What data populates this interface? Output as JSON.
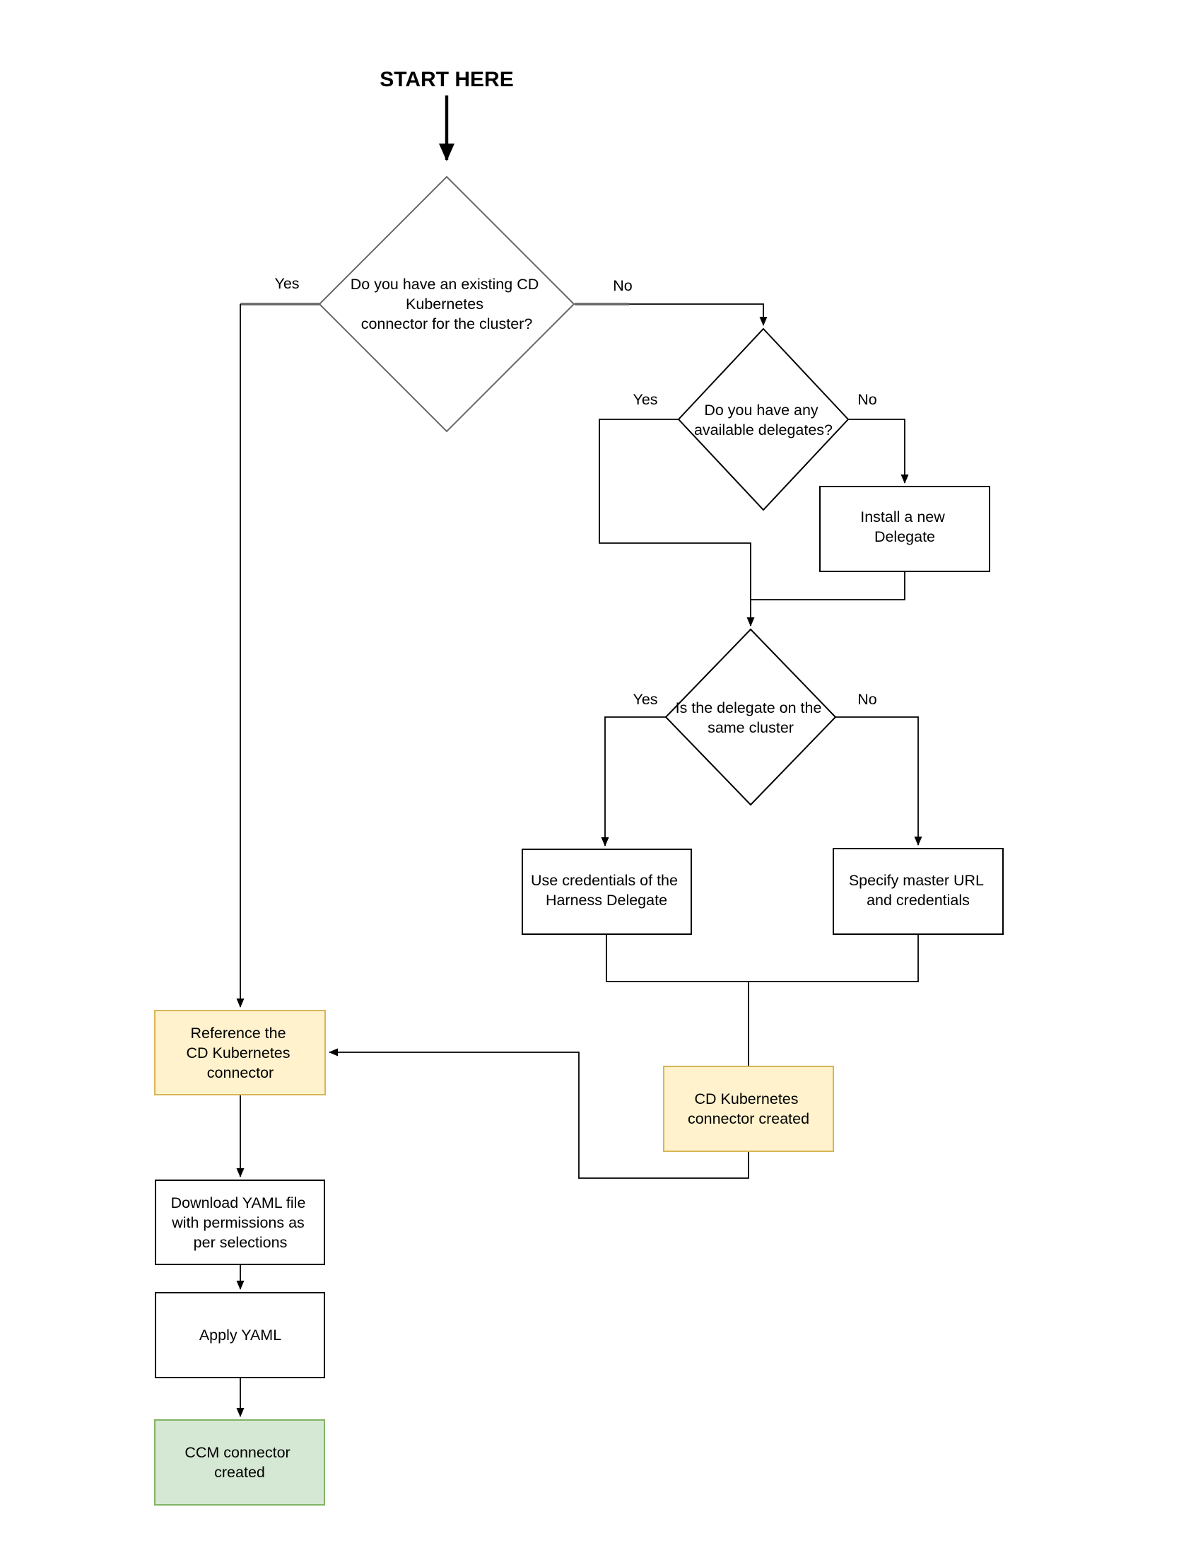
{
  "start": {
    "label": "START HERE"
  },
  "decisions": {
    "existing_connector": {
      "lines": [
        "Do you have an existing CD",
        "Kubernetes",
        "connector for the cluster?"
      ]
    },
    "available_delegates": {
      "lines": [
        "Do you have any",
        "available delegates?"
      ]
    },
    "delegate_same_cluster": {
      "lines": [
        "Is the delegate on the",
        "same cluster"
      ]
    }
  },
  "processes": {
    "install_delegate": {
      "lines": [
        "Install a new",
        "Delegate"
      ]
    },
    "use_credentials": {
      "lines": [
        "Use credentials of the",
        "Harness Delegate"
      ]
    },
    "specify_master": {
      "lines": [
        "Specify master URL",
        "and credentials"
      ]
    },
    "cd_connector_created": {
      "lines": [
        "CD Kubernetes",
        "connector created"
      ]
    },
    "reference_connector": {
      "lines": [
        "Reference the",
        "CD Kubernetes",
        "connector"
      ]
    },
    "download_yaml": {
      "lines": [
        "Download YAML file",
        "with permissions as",
        "per selections"
      ]
    },
    "apply_yaml": {
      "lines": [
        "Apply YAML"
      ]
    },
    "ccm_connector_created": {
      "lines": [
        "CCM connector",
        "created"
      ]
    }
  },
  "edge_labels": {
    "d1_yes": "Yes",
    "d1_no": "No",
    "d2_yes": "Yes",
    "d2_no": "No",
    "d3_yes": "Yes",
    "d3_no": "No"
  },
  "colors": {
    "background": "#FFFFFF",
    "default_stroke": "#000000",
    "start_decision_stroke": "#666666",
    "highlight_fill": "#FFF2CC",
    "highlight_stroke": "#D6B656",
    "success_fill": "#D5E8D4",
    "success_stroke": "#82B366"
  }
}
